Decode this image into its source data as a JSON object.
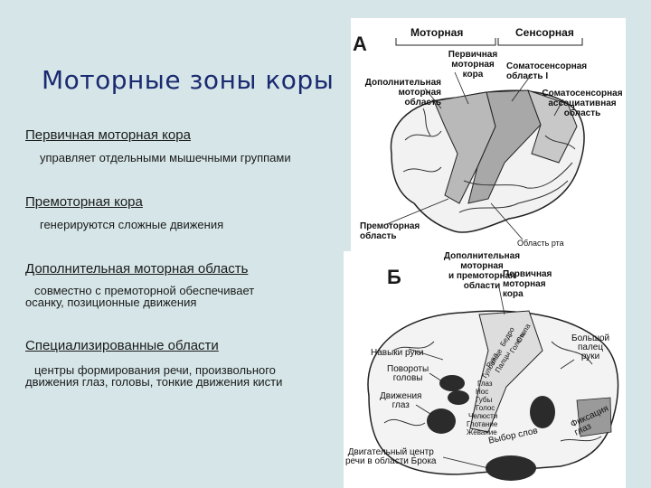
{
  "slide": {
    "title": "Моторные зоны коры",
    "sections": [
      {
        "heading": "Первичная моторная кора",
        "text": "управляет отдельными мышечными группами"
      },
      {
        "heading": "Премоторная кора",
        "text": "генерируются сложные движения"
      },
      {
        "heading": "Дополнительная моторная область",
        "text_lines": [
          "совместно с премоторной обеспечивает",
          "осанку, позиционные движения"
        ]
      },
      {
        "heading": "Специализированные области",
        "text_lines": [
          "центры формирования речи, произвольного",
          "движения глаз, головы, тонкие движения кисти"
        ]
      }
    ]
  },
  "figure_a": {
    "letter": "А",
    "header_motor": "Моторная",
    "header_sensory": "Сенсорная",
    "label_primary_motor": [
      "Первичная",
      "моторная",
      "кора"
    ],
    "label_somatosensory": [
      "Соматосенсорная",
      "область I"
    ],
    "label_supplementary": [
      "Дополнительная",
      "моторная",
      "область"
    ],
    "label_association": [
      "Соматосенсорная",
      "ассоциативная",
      "область"
    ],
    "label_premotor": [
      "Премоторная",
      "область"
    ],
    "label_mouth": "Область рта"
  },
  "figure_b": {
    "letter": "Б",
    "label_supplementary": [
      "Дополнительная",
      "моторная",
      "и премоторная",
      "области"
    ],
    "label_primary_motor": [
      "Первичная",
      "моторная",
      "кора"
    ],
    "label_hand_skills": "Навыки руки",
    "label_head_turn": [
      "Повороты",
      "головы"
    ],
    "label_eye_movement": [
      "Движения",
      "глаз"
    ],
    "label_thumb": [
      "Большой",
      "палец",
      "руки"
    ],
    "label_fixation": [
      "Фиксация",
      "глаз"
    ],
    "label_word_choice": "Выбор слов",
    "label_broca": [
      "Двигательный центр",
      "речи в области Брока"
    ],
    "body_map": [
      "Туловище",
      "Бедро",
      "Голень",
      "Стопа",
      "Рука",
      "Палцы",
      "Глаз",
      "Нос",
      "Губы",
      "Голос",
      "Челюсти",
      "Глотание",
      "Жевание"
    ]
  },
  "colors": {
    "background": "#d6e6e8",
    "title": "#1a2a70",
    "shaded_area": "#9a9a9a",
    "dark_area": "#2b2b2b"
  }
}
